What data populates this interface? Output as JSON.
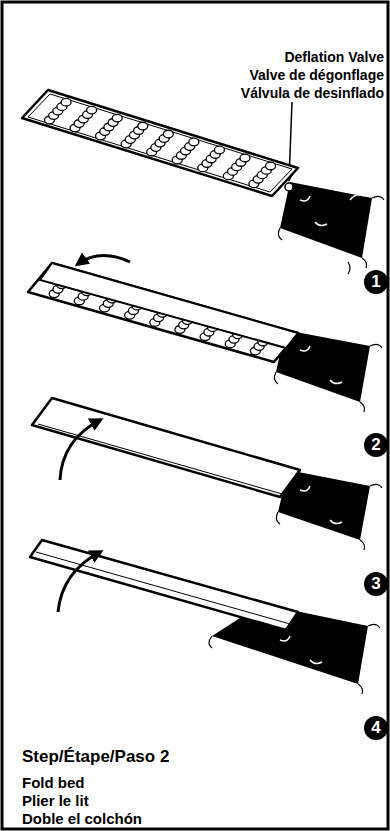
{
  "diagram": {
    "labels": [
      "Deflation Valve",
      "Valve de dégonflage",
      "Válvula de desinflado",
      "1",
      "2",
      "3",
      "4",
      "Step/Étape/Paso 2",
      "Fold bed",
      "Plier le lit",
      "Doble el colchón"
    ]
  }
}
